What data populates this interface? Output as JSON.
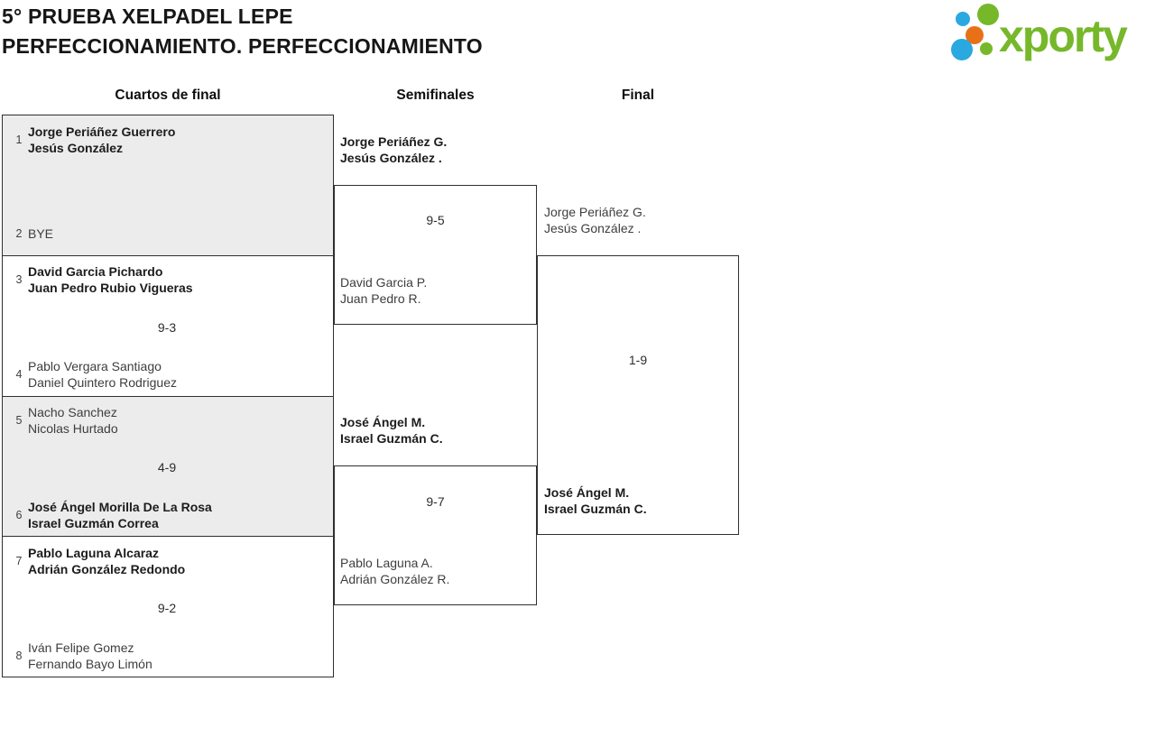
{
  "page": {
    "title_line1": "5° PRUEBA XELPADEL LEPE",
    "title_line2": "PERFECCIONAMIENTO. PERFECCIONAMIENTO"
  },
  "logo": {
    "wordmark": "xporty",
    "colors": {
      "green": "#76b82a",
      "blue": "#2aa8e0",
      "orange": "#e87117"
    }
  },
  "round_headers": {
    "quarterfinals": "Cuartos de final",
    "semifinals": "Semifinales",
    "final": "Final"
  },
  "quarterfinals": [
    {
      "top_seed": "1",
      "top_line1": "Jorge Periáñez Guerrero",
      "top_line2": "Jesús González",
      "top_winner": true,
      "score": "",
      "bottom_seed": "2",
      "bottom_line1": "BYE",
      "bottom_line2": "",
      "bottom_winner": false
    },
    {
      "top_seed": "3",
      "top_line1": "David Garcia Pichardo",
      "top_line2": "Juan Pedro Rubio Vigueras",
      "top_winner": true,
      "score": "9-3",
      "bottom_seed": "4",
      "bottom_line1": "Pablo Vergara Santiago",
      "bottom_line2": "Daniel Quintero Rodriguez",
      "bottom_winner": false
    },
    {
      "top_seed": "5",
      "top_line1": "Nacho Sanchez",
      "top_line2": "Nicolas Hurtado",
      "top_winner": false,
      "score": "4-9",
      "bottom_seed": "6",
      "bottom_line1": "José Ángel Morilla De La Rosa",
      "bottom_line2": "Israel Guzmán Correa",
      "bottom_winner": true
    },
    {
      "top_seed": "7",
      "top_line1": "Pablo Laguna Alcaraz",
      "top_line2": "Adrián González Redondo",
      "top_winner": true,
      "score": "9-2",
      "bottom_seed": "8",
      "bottom_line1": "Iván Felipe Gomez",
      "bottom_line2": "Fernando Bayo Limón",
      "bottom_winner": false
    }
  ],
  "semifinals": [
    {
      "top_line1": "Jorge Periáñez G.",
      "top_line2": "Jesús González .",
      "top_winner": true,
      "score": "9-5",
      "bottom_line1": "David Garcia P.",
      "bottom_line2": "Juan Pedro R.",
      "bottom_winner": false
    },
    {
      "top_line1": "José Ángel M.",
      "top_line2": "Israel Guzmán C.",
      "top_winner": true,
      "score": "9-7",
      "bottom_line1": "Pablo Laguna A.",
      "bottom_line2": "Adrián González R.",
      "bottom_winner": false
    }
  ],
  "final": {
    "top_line1": "Jorge Periáñez G.",
    "top_line2": "Jesús González .",
    "top_winner": false,
    "score": "1-9",
    "bottom_line1": "José Ángel M.",
    "bottom_line2": "Israel Guzmán C.",
    "bottom_winner": true
  }
}
